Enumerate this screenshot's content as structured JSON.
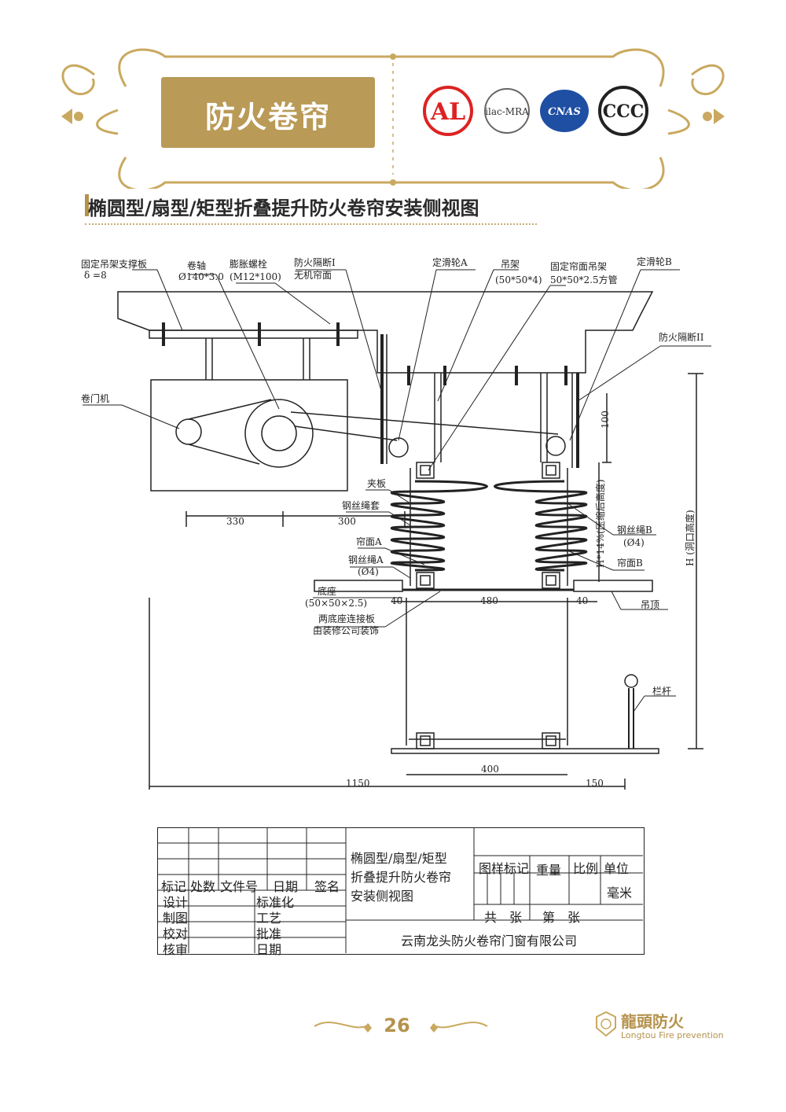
{
  "header": {
    "title": "防火卷帘",
    "cert_logos": [
      {
        "name": "al-certification-logo",
        "text": "AL"
      },
      {
        "name": "ilac-mra-logo",
        "text": "ilac-MRA"
      },
      {
        "name": "cnas-logo",
        "text": "CNAS"
      },
      {
        "name": "ccc-logo",
        "text": "CCC"
      }
    ]
  },
  "section_title": "椭圆型/扇型/矩型折叠提升防火卷帘安装侧视图",
  "diagram": {
    "labels": {
      "fixed_bracket_plate": "固定吊架支撑板",
      "plate_thickness": "δ =8",
      "roll_shaft": "卷轴",
      "roll_shaft_spec": "Ø140*3.0",
      "expansion_bolt": "膨胀螺栓",
      "expansion_bolt_spec": "(M12*100)",
      "fire_partition_1": "防火隔断I",
      "fire_partition_1_sub": "无机帘面",
      "fixed_pulley_a": "定滑轮A",
      "hanger": "吊架",
      "hanger_spec": "(50*50*4)",
      "curtain_hanger": "固定帘面吊架",
      "curtain_hanger_spec": "50*50*2.5方管",
      "fixed_pulley_b": "定滑轮B",
      "fire_partition_2": "防火隔断II",
      "door_motor": "卷门机",
      "clamp_plate": "夹板",
      "wire_sleeve": "钢丝绳套",
      "curtain_a": "帘面A",
      "wire_rope_a": "钢丝绳A",
      "wire_rope_a_spec": "(Ø4)",
      "base": "底座",
      "base_spec": "(50×50×2.5)",
      "base_connector": "两底座连接板",
      "base_connector_sub": "由装修公司装饰",
      "wire_rope_b": "钢丝绳B",
      "wire_rope_b_spec": "(Ø4)",
      "curtain_b": "帘面B",
      "ceiling": "吊顶",
      "railing": "栏杆",
      "compressed_height": "H*14%(压缩后高度)",
      "opening_height": "H (洞口高度)"
    },
    "dimensions": {
      "d330": "330",
      "d300": "300",
      "d100": "100",
      "d40_left": "40",
      "d480": "480",
      "d40_right": "40",
      "d400": "400",
      "d1150": "1150",
      "d150": "150"
    }
  },
  "title_block": {
    "header_cols": [
      "标记",
      "处数",
      "文件号",
      "日期",
      "签名"
    ],
    "roles": [
      {
        "left": "设计",
        "right": "标准化"
      },
      {
        "left": "制图",
        "right": "工艺"
      },
      {
        "left": "校对",
        "right": "批准"
      },
      {
        "left": "核审",
        "right": "日期"
      }
    ],
    "drawing_title_lines": [
      "椭圆型/扇型/矩型",
      "折叠提升防火卷帘",
      "安装侧视图"
    ],
    "info_headers": [
      "图样标记",
      "重量",
      "比例",
      "单位"
    ],
    "unit": "毫米",
    "sheets_total": "共　张",
    "sheet_num": "第　张",
    "company": "云南龙头防火卷帘门窗有限公司"
  },
  "footer": {
    "page_number": "26",
    "brand": "龍頭防火",
    "brand_en": "Longtou Fire prevention"
  }
}
